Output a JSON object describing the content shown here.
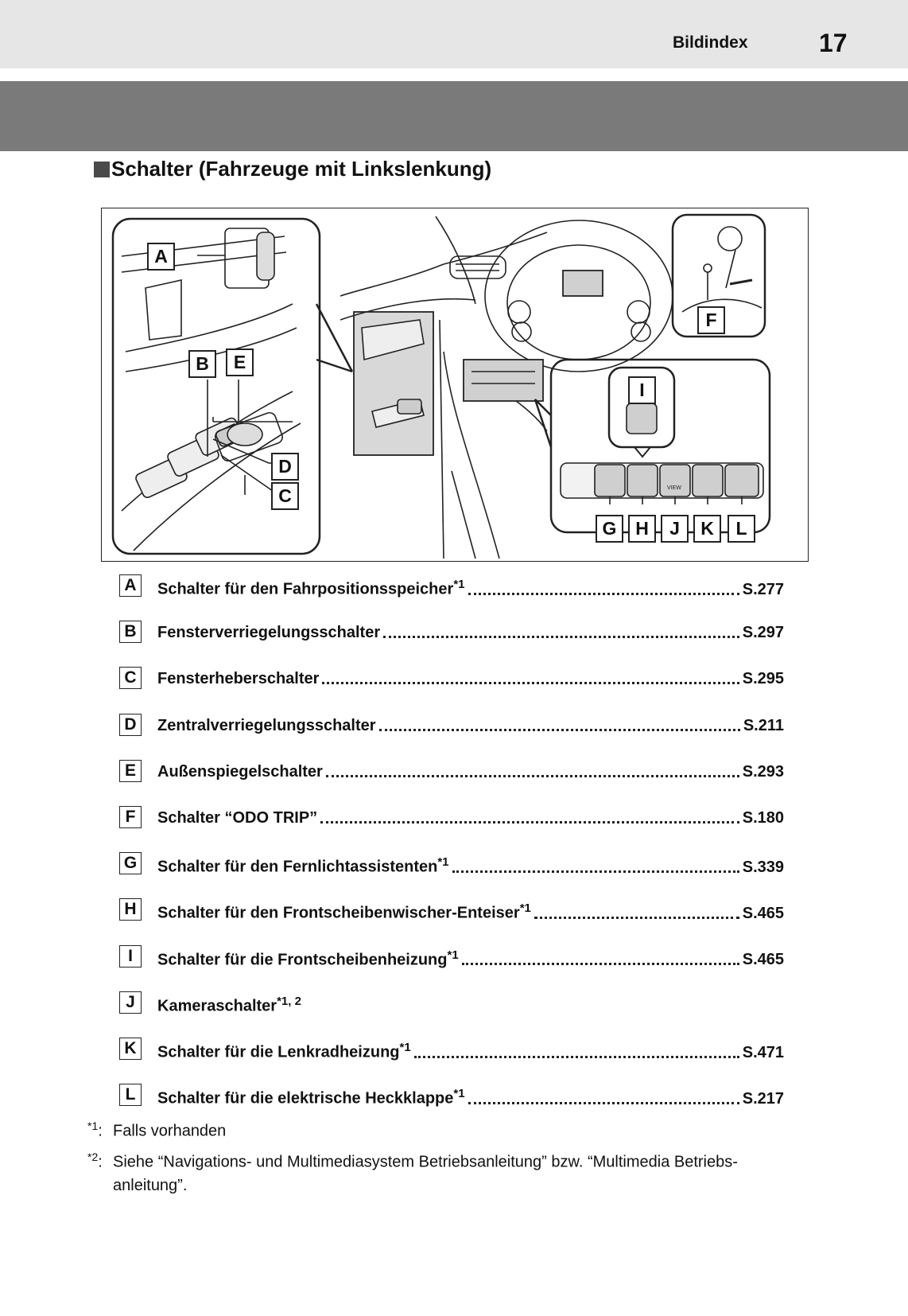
{
  "header": {
    "section": "Bildindex",
    "page_number": "17"
  },
  "heading": "Schalter (Fahrzeuge mit Linkslenkung)",
  "figure": {
    "callouts": [
      "A",
      "B",
      "E",
      "D",
      "C",
      "F",
      "I",
      "G",
      "H",
      "J",
      "K",
      "L"
    ],
    "button_label_view": "VIEW"
  },
  "items": [
    {
      "letter": "A",
      "text": "Schalter für den Fahrpositionsspeicher",
      "sup": "*1",
      "ref": "S.277"
    },
    {
      "letter": "B",
      "text": "Fensterverriegelungsschalter",
      "sup": "",
      "ref": "S.297"
    },
    {
      "letter": "C",
      "text": "Fensterheberschalter",
      "sup": "",
      "ref": "S.295"
    },
    {
      "letter": "D",
      "text": "Zentralverriegelungsschalter",
      "sup": "",
      "ref": "S.211"
    },
    {
      "letter": "E",
      "text": "Außenspiegelschalter",
      "sup": "",
      "ref": "S.293"
    },
    {
      "letter": "F",
      "text": "Schalter “ODO TRIP”",
      "sup": "",
      "ref": "S.180"
    },
    {
      "letter": "G",
      "text": "Schalter für den Fernlichtassistenten",
      "sup": "*1",
      "ref": "S.339"
    },
    {
      "letter": "H",
      "text": "Schalter für den Frontscheibenwischer-Enteiser",
      "sup": "*1",
      "ref": "S.465"
    },
    {
      "letter": "I",
      "text": "Schalter für die Frontscheibenheizung",
      "sup": "*1",
      "ref": "S.465"
    },
    {
      "letter": "J",
      "text": "Kameraschalter",
      "sup": "*1, 2",
      "ref": ""
    },
    {
      "letter": "K",
      "text": "Schalter für die Lenkradheizung",
      "sup": "*1",
      "ref": "S.471"
    },
    {
      "letter": "L",
      "text": "Schalter für die elektrische Heckklappe",
      "sup": "*1",
      "ref": "S.217"
    }
  ],
  "footnotes": [
    {
      "marker": "*1",
      "sep": ":",
      "text": "Falls vorhanden"
    },
    {
      "marker": "*2",
      "sep": ":",
      "text_line1": "Siehe “Navigations- und Multimediasystem Betriebsanleitung” bzw. “Multimedia Betriebs-",
      "text_line2": "anleitung”."
    }
  ]
}
